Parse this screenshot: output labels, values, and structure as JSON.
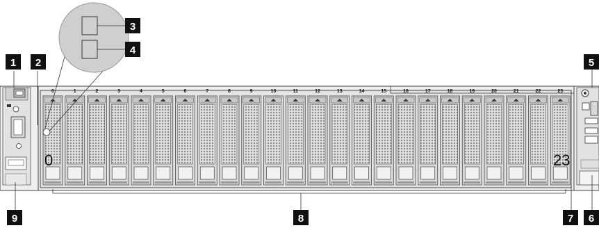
{
  "callouts": [
    "1",
    "2",
    "3",
    "4",
    "5",
    "6",
    "7",
    "8",
    "9"
  ],
  "bays": [
    "0",
    "1",
    "2",
    "3",
    "4",
    "5",
    "6",
    "7",
    "8",
    "9",
    "10",
    "11",
    "12",
    "13",
    "14",
    "15",
    "16",
    "17",
    "18",
    "19",
    "20",
    "21",
    "22",
    "23"
  ],
  "first_bay_label": "0",
  "last_bay_label": "23",
  "colors": {
    "chassis": "#e9e9e9",
    "drive_body": "#d6d6d6",
    "drive_dark": "#8a8a8a",
    "mesh": "#9a9a9a",
    "callout": "#111111",
    "magnifier": "#c9c9c9"
  }
}
